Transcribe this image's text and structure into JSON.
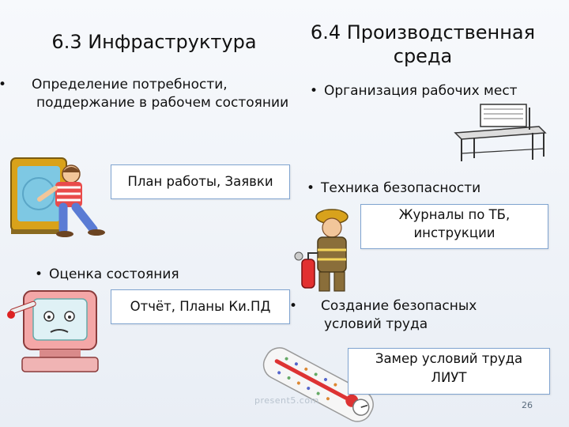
{
  "left": {
    "title": "6.3 Инфраструктура",
    "bullet1": "Определение потребности, поддержание в рабочем состоянии",
    "box1": "План работы, Заявки",
    "bullet2": "Оценка состояния",
    "box2": "Отчёт, Планы Ки.ПД"
  },
  "right": {
    "title_line1": "6.4 Производственная",
    "title_line2": "среда",
    "bullet1": "Организация рабочих мест",
    "bullet2": "Техника безопасности",
    "box1_line1": "Журналы по ТБ,",
    "box1_line2": "инструкции",
    "bullet3_line1": "Создание безопасных",
    "bullet3_line2": "условий труда",
    "box2_line1": "Замер условий труда",
    "box2_line2": "ЛИУТ"
  },
  "bullet_symbol": "•",
  "page_number": "26",
  "watermark": "present5.com",
  "icons": [
    "tv-repair-person-icon",
    "workbench-icon",
    "firefighter-icon",
    "sick-computer-icon",
    "thermometer-hygrometer-icon"
  ],
  "colors": {
    "box_border": "#7fa3cf",
    "background": "#eef2f7"
  }
}
